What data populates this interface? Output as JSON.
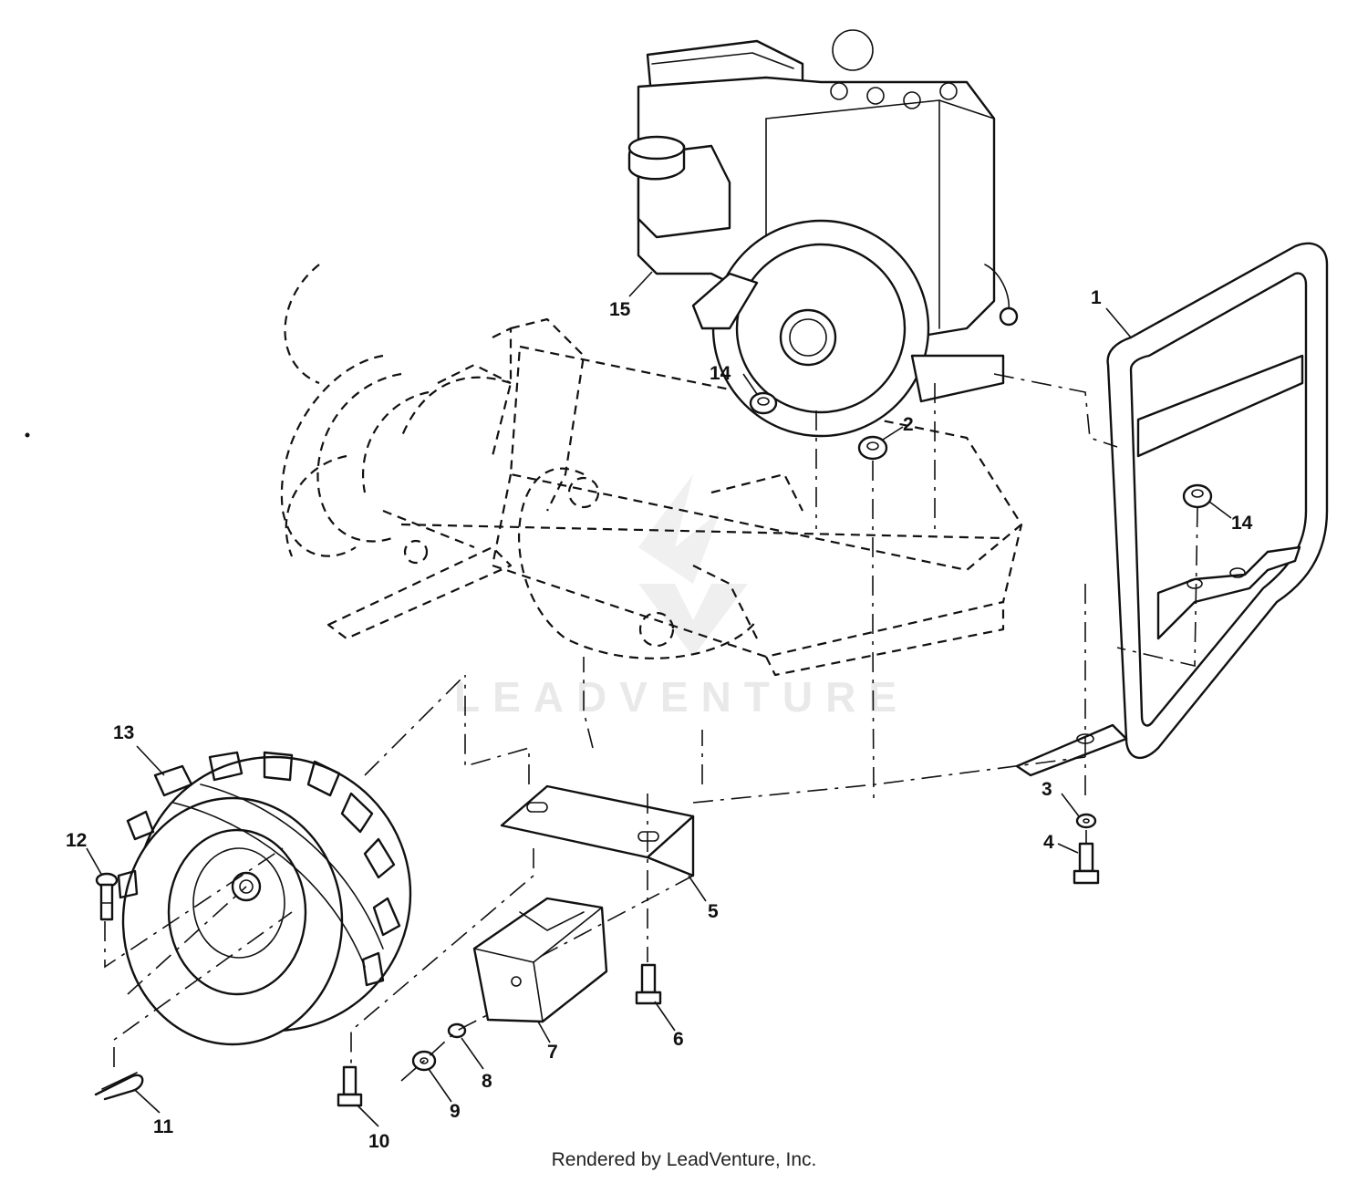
{
  "diagram": {
    "watermark": "LEADVENTURE",
    "footer": "Rendered by LeadVenture, Inc.",
    "callouts": [
      {
        "id": "1",
        "text": "1"
      },
      {
        "id": "2",
        "text": "2"
      },
      {
        "id": "3",
        "text": "3"
      },
      {
        "id": "4",
        "text": "4"
      },
      {
        "id": "5",
        "text": "5"
      },
      {
        "id": "6",
        "text": "6"
      },
      {
        "id": "7",
        "text": "7"
      },
      {
        "id": "8",
        "text": "8"
      },
      {
        "id": "9",
        "text": "9"
      },
      {
        "id": "10",
        "text": "10"
      },
      {
        "id": "11",
        "text": "11"
      },
      {
        "id": "12",
        "text": "12"
      },
      {
        "id": "13",
        "text": "13"
      },
      {
        "id": "14a",
        "text": "14"
      },
      {
        "id": "14b",
        "text": "14"
      },
      {
        "id": "15",
        "text": "15"
      }
    ]
  }
}
